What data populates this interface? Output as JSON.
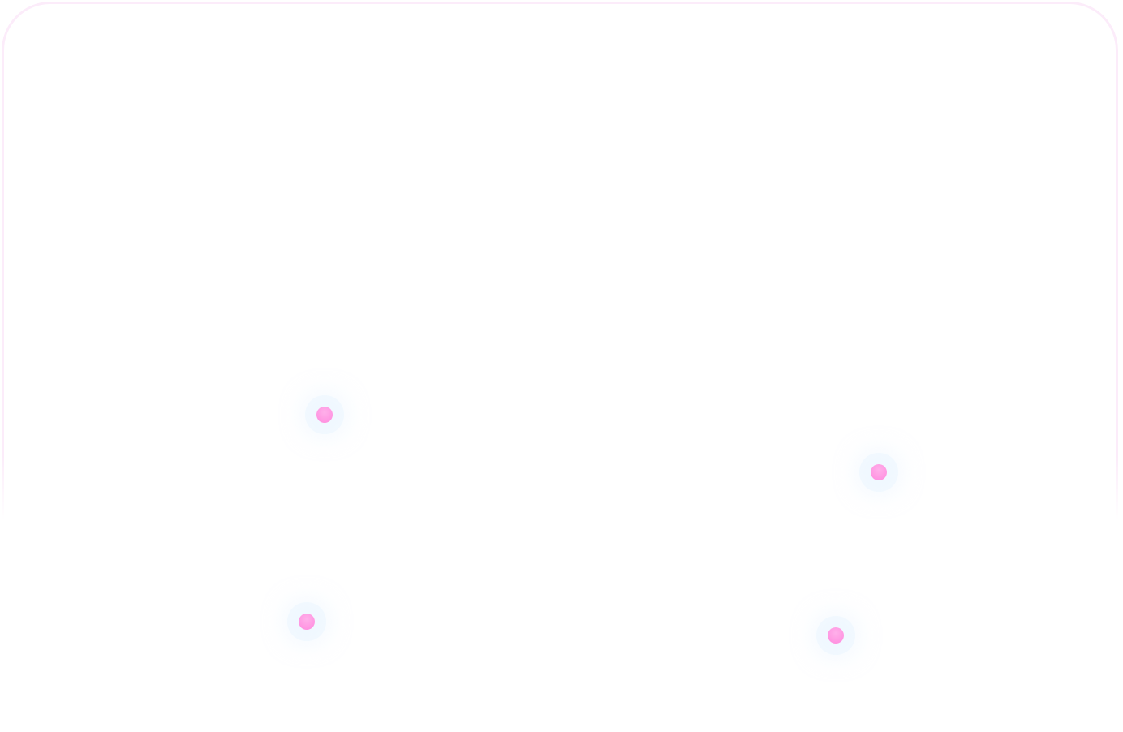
{
  "colors": {
    "frame_border": "#fcecfa",
    "dot": "#ff9be4",
    "dot_glow": "#eef6ff"
  },
  "dots": [
    {
      "name": "dot-upper-left"
    },
    {
      "name": "dot-upper-right"
    },
    {
      "name": "dot-lower-left"
    },
    {
      "name": "dot-lower-right"
    }
  ]
}
